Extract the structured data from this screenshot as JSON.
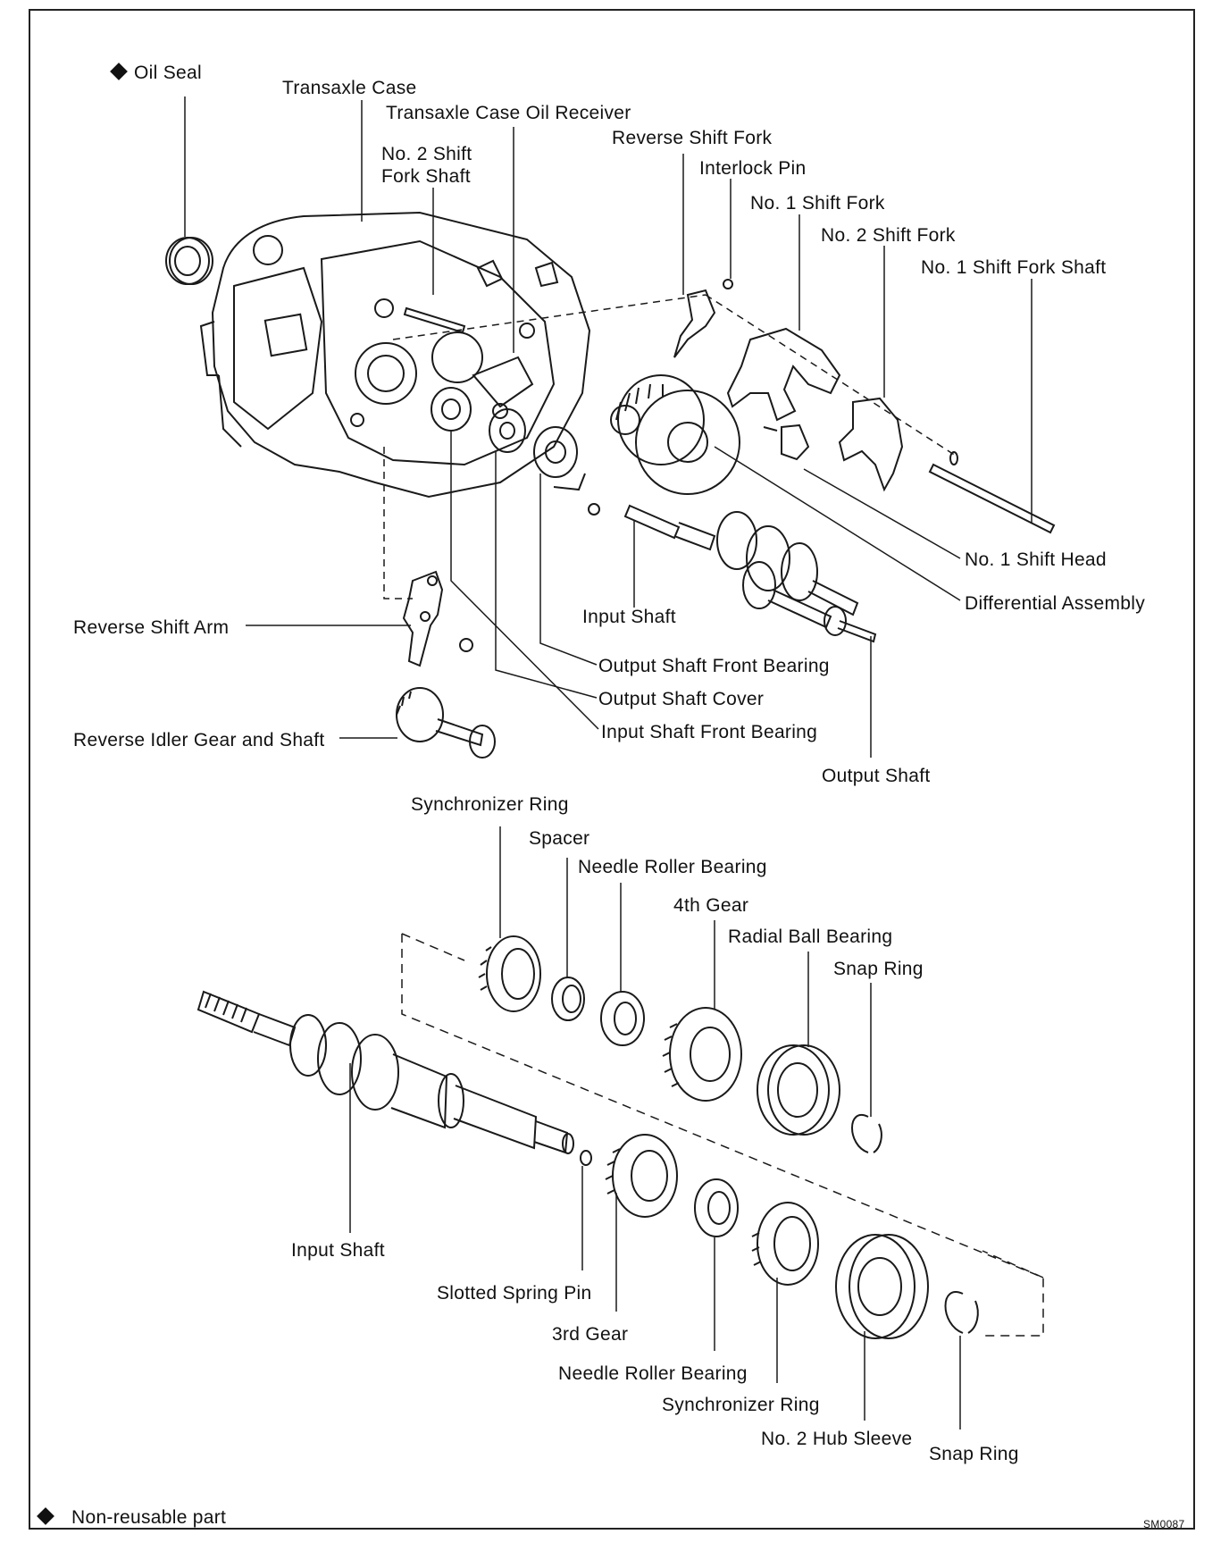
{
  "labels": {
    "oil_seal": "Oil Seal",
    "transaxle_case": "Transaxle Case",
    "transaxle_case_oil_receiver": "Transaxle Case Oil Receiver",
    "reverse_shift_fork": "Reverse Shift Fork",
    "no2_shift_fork_shaft_1": "No. 2 Shift",
    "no2_shift_fork_shaft_2": "Fork Shaft",
    "interlock_pin": "Interlock Pin",
    "no1_shift_fork": "No. 1 Shift Fork",
    "no2_shift_fork": "No. 2 Shift Fork",
    "no1_shift_fork_shaft": "No. 1 Shift Fork Shaft",
    "no1_shift_head": "No. 1 Shift Head",
    "differential_assembly": "Differential Assembly",
    "input_shaft_top": "Input Shaft",
    "reverse_shift_arm": "Reverse Shift Arm",
    "output_shaft_front_bearing": "Output Shaft Front Bearing",
    "output_shaft_cover": "Output Shaft Cover",
    "input_shaft_front_bearing": "Input Shaft Front Bearing",
    "reverse_idler_gear_and_shaft": "Reverse Idler Gear and Shaft",
    "output_shaft": "Output Shaft",
    "synchronizer_ring_top": "Synchronizer Ring",
    "spacer": "Spacer",
    "needle_roller_bearing_top": "Needle Roller Bearing",
    "fourth_gear": "4th Gear",
    "radial_ball_bearing": "Radial Ball Bearing",
    "snap_ring_top": "Snap Ring",
    "input_shaft_bottom": "Input Shaft",
    "slotted_spring_pin": "Slotted Spring Pin",
    "third_gear": "3rd Gear",
    "needle_roller_bearing_bottom": "Needle Roller Bearing",
    "synchronizer_ring_bottom": "Synchronizer Ring",
    "no2_hub_sleeve": "No. 2 Hub Sleeve",
    "snap_ring_bottom": "Snap Ring"
  },
  "legend": {
    "text": "Non-reusable part"
  },
  "figure_code": "SM0087"
}
